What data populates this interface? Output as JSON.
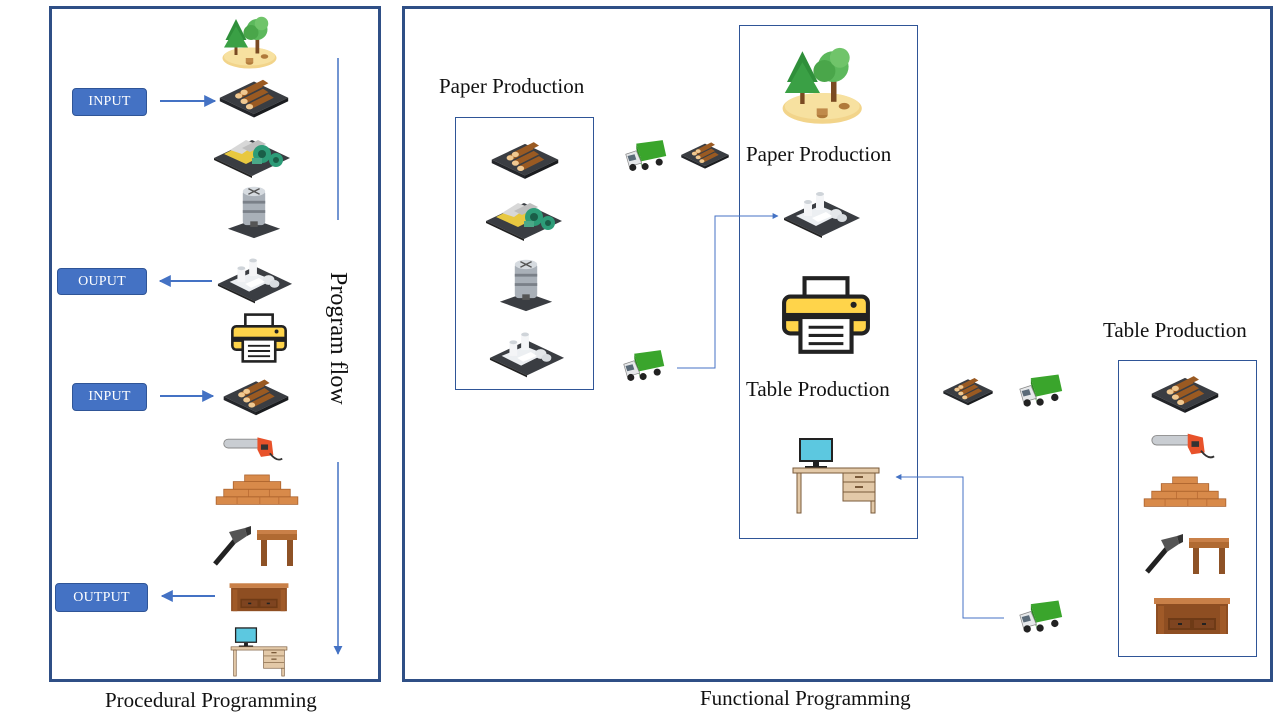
{
  "procedural": {
    "caption": "Procedural Programming",
    "flow_label": "Program flow",
    "input_1": "INPUT",
    "output_1": "OUPUT",
    "input_2": "INPUT",
    "output_2": "OUTPUT"
  },
  "functional": {
    "caption": "Functional Programming",
    "left_box_title": "Paper Production",
    "center_paper_title": "Paper Production",
    "center_table_title": "Table Production",
    "right_box_title": "Table Production"
  },
  "colors": {
    "frame": "#2f4f86",
    "pill": "#4472c4",
    "arrow": "#4472c4",
    "truck_green": "#3aa52c"
  }
}
